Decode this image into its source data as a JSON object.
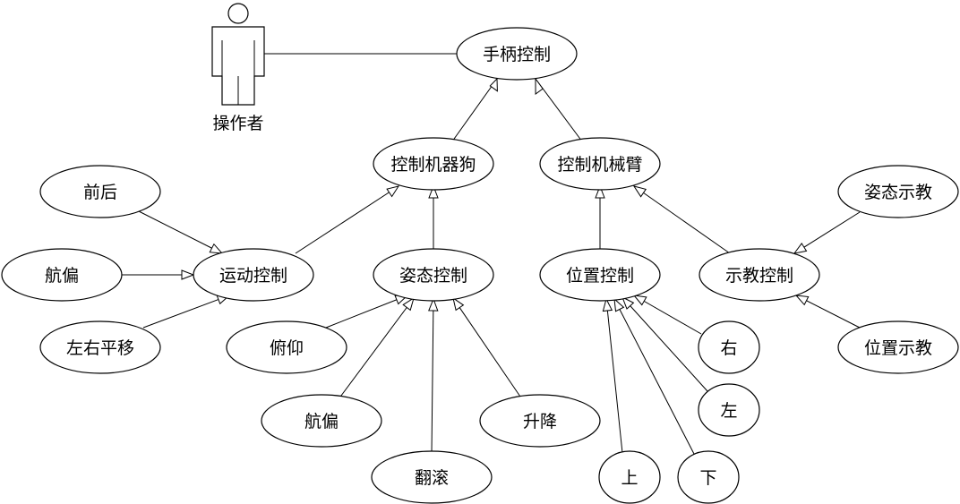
{
  "actor": {
    "label": "操作者"
  },
  "use_cases": {
    "handle_control": "手柄控制",
    "robot_dog_control": "控制机器狗",
    "robot_arm_control": "控制机械臂",
    "motion_control": "运动控制",
    "attitude_control": "姿态控制",
    "position_control": "位置控制",
    "teach_control": "示教控制",
    "forward_backward": "前后",
    "yaw_motion": "航偏",
    "lateral_move": "左右平移",
    "pitch": "俯仰",
    "yaw_attitude": "航偏",
    "roll": "翻滚",
    "lift": "升降",
    "up": "上",
    "down": "下",
    "left": "左",
    "right": "右",
    "attitude_teach": "姿态示教",
    "position_teach": "位置示教"
  }
}
